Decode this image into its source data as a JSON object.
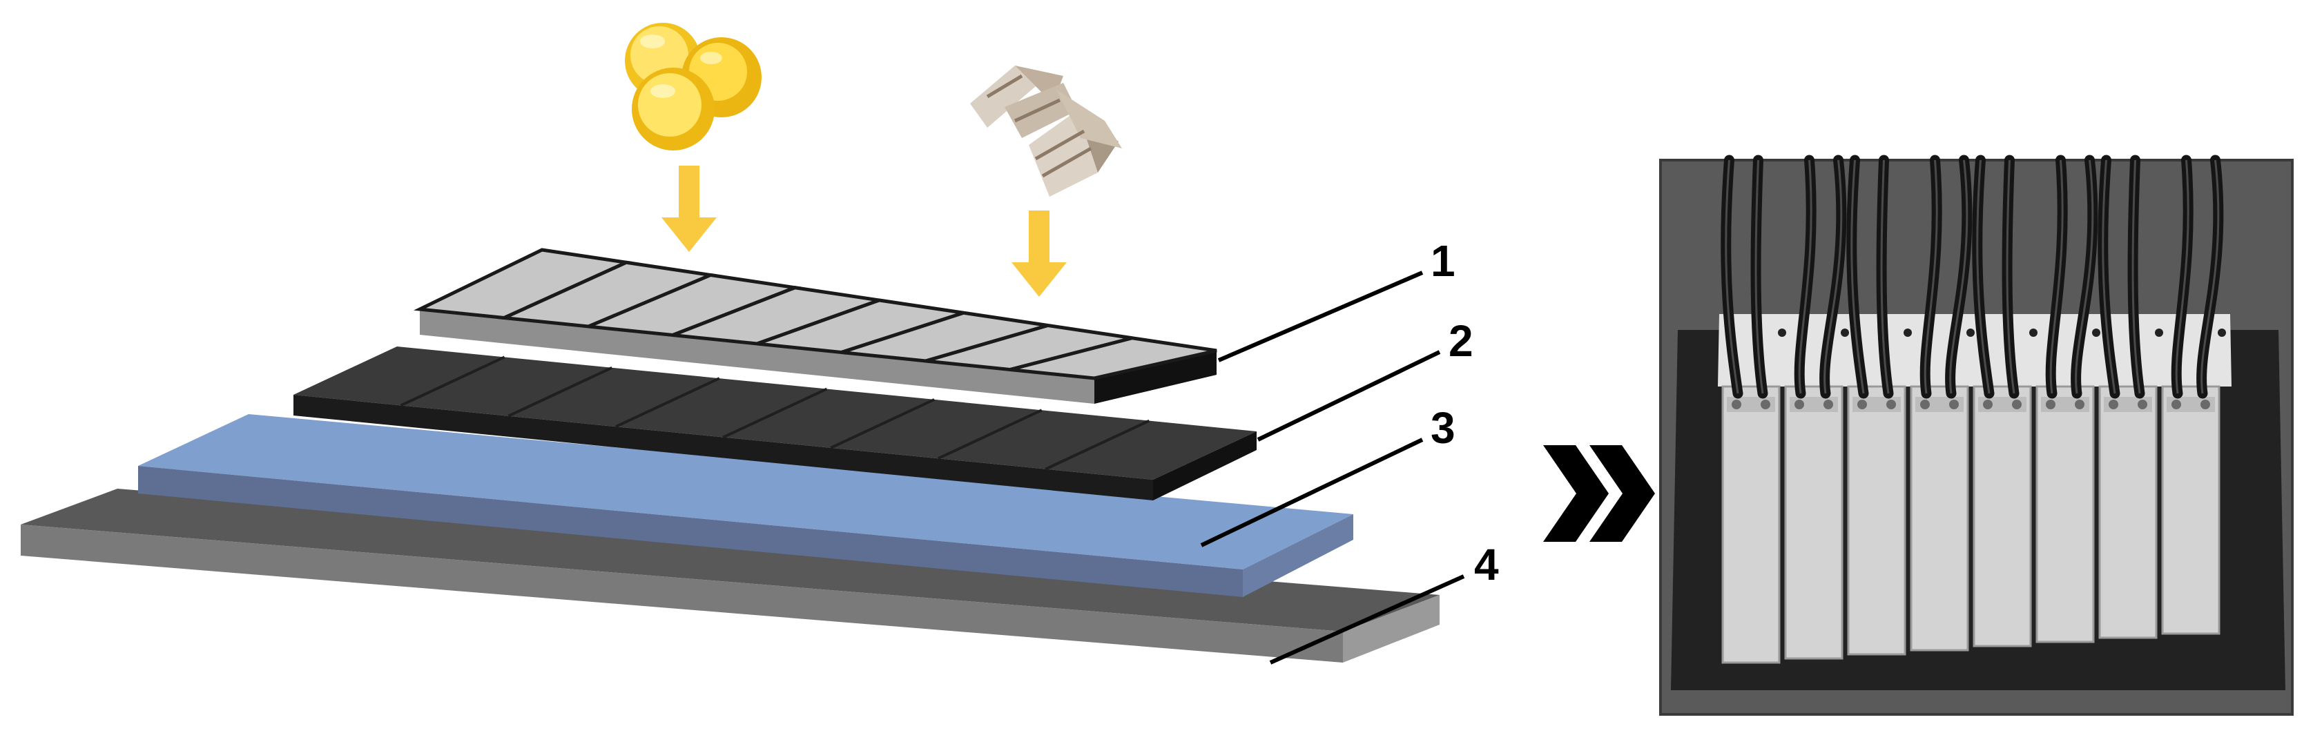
{
  "layer_labels": [
    "1",
    "2",
    "3",
    "4"
  ],
  "colors": {
    "arrow": "#F9C940",
    "sensor_top": "#C6C6C6",
    "sensor_side": "#111111",
    "sensor_front": "#8F8F8F",
    "dark_layer_top": "#3A3A3A",
    "dark_layer_front": "#1B1B1B",
    "blue_layer_top": "#7F9FCF",
    "blue_layer_front": "#5E6F93",
    "base_top": "#5A5A5A",
    "base_front": "#7A7A7A",
    "photo_bg": "#5A5A5A",
    "photo_mat": "#222222",
    "sensor_strip": "#D3D3D3"
  },
  "icons": [
    "corn-kernels-icon",
    "wood-chips-icon",
    "double-chevron-right-icon"
  ],
  "sensor_count": 8
}
